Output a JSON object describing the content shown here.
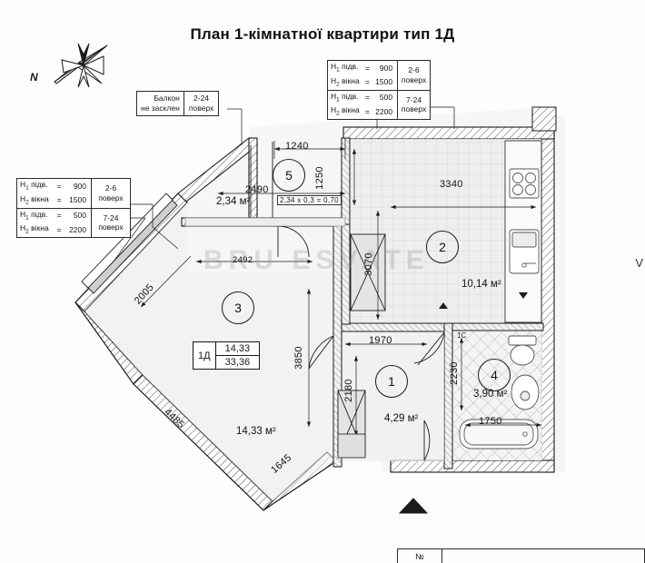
{
  "document": {
    "title": "План 1-кімнатної квартири тип 1Д",
    "watermark": "BRU ESVATE",
    "compass_label": "N",
    "area_unit": "м²"
  },
  "notes": {
    "height_note_top": {
      "rows": [
        {
          "label": "H<sub>1</sub> підв.",
          "eq": "=",
          "value": "900",
          "floors": "2-6",
          "floors_word": "поверх"
        },
        {
          "label": "H<sub>2</sub> вікна",
          "eq": "=",
          "value": "1500",
          "floors": "2-6",
          "floors_word": "поверх"
        },
        {
          "label": "H<sub>1</sub> підв.",
          "eq": "=",
          "value": "500",
          "floors": "7-24",
          "floors_word": "поверх"
        },
        {
          "label": "H<sub>2</sub> вікна",
          "eq": "=",
          "value": "2200",
          "floors": "7-24",
          "floors_word": "поверх"
        }
      ]
    },
    "height_note_left": {
      "rows": [
        {
          "label": "H<sub>1</sub> підв.",
          "eq": "=",
          "value": "900",
          "floors": "2-6",
          "floors_word": "поверх"
        },
        {
          "label": "H<sub>2</sub> вікна",
          "eq": "=",
          "value": "1500",
          "floors": "2-6",
          "floors_word": "поверх"
        },
        {
          "label": "H<sub>1</sub> підв.",
          "eq": "=",
          "value": "500",
          "floors": "7-24",
          "floors_word": "поверх"
        },
        {
          "label": "H<sub>2</sub> вікна",
          "eq": "=",
          "value": "2200",
          "floors": "7-24",
          "floors_word": "поверх"
        }
      ]
    },
    "balcony_note": {
      "line1": "Балкон",
      "line2": "не засклен",
      "floors": "2-24",
      "floors_word": "поверх"
    }
  },
  "type_box": {
    "code": "1Д",
    "living_area": "14,33",
    "total_area": "33,36"
  },
  "rooms": [
    {
      "number": "1",
      "area": "4,29 м²",
      "dims": [
        "1970",
        "2180"
      ]
    },
    {
      "number": "2",
      "area": "10,14 м²",
      "dims": [
        "3340",
        "3070"
      ]
    },
    {
      "number": "3",
      "area": "14,33 м²",
      "dims": [
        "3850",
        "2492",
        "2005",
        "4485",
        "1645"
      ]
    },
    {
      "number": "4",
      "area": "3,90 м²",
      "dims": [
        "1750",
        "2230"
      ]
    },
    {
      "number": "5",
      "area": "2,34 м²",
      "dims": [
        "1240",
        "1250",
        "2490"
      ],
      "balcony_calc": "2,34 х 0,3 = 0,70"
    }
  ],
  "dimensions": {
    "d1240": "1240",
    "d1250": "1250",
    "d2490": "2490",
    "d2492": "2492",
    "d3340": "3340",
    "d3070": "3070",
    "d3850": "3850",
    "d2005": "2005",
    "d4485": "4485",
    "d1645": "1645",
    "d1970": "1970",
    "d2180": "2180",
    "d2230": "2230",
    "d1750": "1750"
  },
  "areas": {
    "a5": "2,34 м²",
    "a2": "10,14 м²",
    "a3": "14,33 м²",
    "a1": "4,29 м²",
    "a4": "3,90 м²"
  },
  "markers": {
    "riser_1c": "1С",
    "v_mark": "V"
  },
  "bottom_table": {
    "col_num": "№"
  },
  "colors": {
    "line": "#1b1b1b",
    "hatch": "#6d6d6d",
    "fill_light": "#e9e9e9",
    "paper": "#fdfdfd"
  }
}
